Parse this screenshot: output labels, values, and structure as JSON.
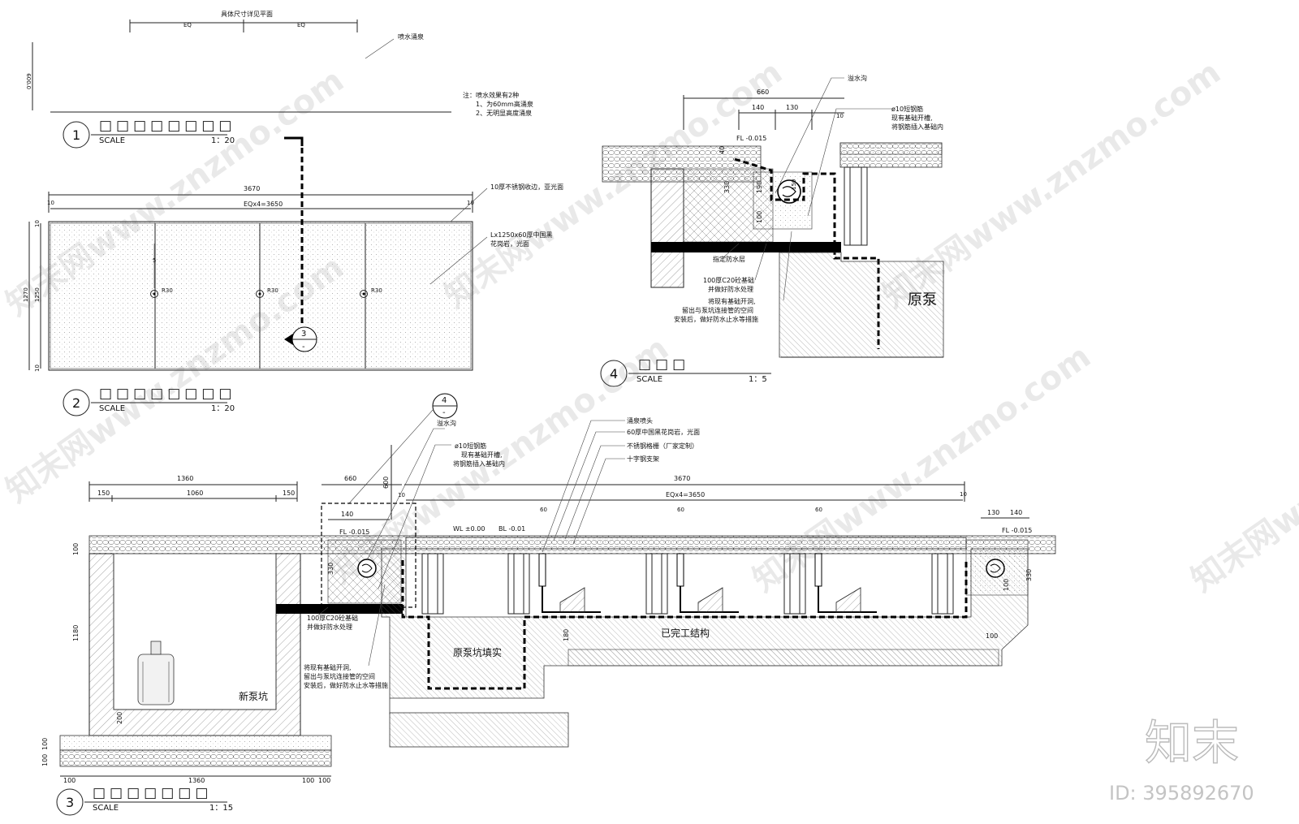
{
  "header_note": "具体尺寸详见平面",
  "eq_label": "EQ",
  "dim_900": "0'009",
  "fountain_label": "喷水涌泉",
  "note": {
    "title": "注：喷水效果有2种",
    "line1": "1、为60mm高涌泉",
    "line2": "2、无明显高度涌泉"
  },
  "details": [
    {
      "num": "1",
      "title": "□□□□□□□□",
      "scale_label": "SCALE",
      "scale": "1：20"
    },
    {
      "num": "2",
      "title": "□□□□□□□□",
      "scale_label": "SCALE",
      "scale": "1：20"
    },
    {
      "num": "3",
      "title": "□□□□□□□",
      "scale_label": "SCALE",
      "scale": "1：15"
    },
    {
      "num": "4",
      "title": "□□□",
      "scale_label": "SCALE",
      "scale": "1：5"
    }
  ],
  "plan": {
    "dim_total": "3670",
    "dim_eq": "EQx4=3650",
    "dim_10": "10",
    "dim_1270": "1270",
    "dim_1250": "1250",
    "dim_5": "5",
    "r30": "R30",
    "label_edge": "10厚不锈钢收边，亚光面",
    "label_stone1": "Lx1250x60厚中国黑",
    "label_stone2": "花岗岩，光面",
    "callout_num": "3",
    "callout_sub": "-"
  },
  "detail4": {
    "dim_660": "660",
    "dim_140": "140",
    "dim_130": "130",
    "dim_10": "10",
    "dim_40": "40",
    "dim_330": "330",
    "dim_190": "190",
    "dim_100": "100",
    "dim_150": "150",
    "fl": "FL -0.015",
    "overflow": "溢水沟",
    "rebar1": "ø10短钢筋",
    "rebar2": "现有基础开槽,",
    "rebar3": "将钢筋插入基础内",
    "waterproof": "指定防水层",
    "base1": "100厚C20砼基础",
    "base2": "并做好防水处理",
    "open1": "将现有基础开洞,",
    "open2": "留出与泵坑连接管的空间",
    "open3": "安装后，做好防水止水等措施",
    "pit": "原泵"
  },
  "section3": {
    "callout_num": "4",
    "callout_sub": "-",
    "overflow": "溢水沟",
    "rebar1": "ø10短钢筋",
    "rebar2": "现有基础开槽,",
    "rebar3": "将钢筋插入基础内",
    "nozzle": "涌泉喷头",
    "stone": "60厚中国黑花岗岩，光面",
    "grate": "不锈钢格栅（厂家定制）",
    "support": "十字钢支架",
    "dim_1360": "1360",
    "dim_150": "150",
    "dim_1060": "1060",
    "dim_660": "660",
    "dim_600": "600",
    "dim_140": "140",
    "dim_10": "10",
    "dim_3670": "3670",
    "dim_eq": "EQx4=3650",
    "dim_60": "60",
    "dim_130": "130",
    "dim_100": "100",
    "dim_330": "330",
    "dim_1180": "1180",
    "dim_200": "200",
    "dim_180": "180",
    "fl": "FL -0.015",
    "wl": "WL ±0.00",
    "bl": "BL -0.01",
    "base1": "100厚C20砼基础",
    "base2": "并做好防水处理",
    "open1": "将现有基础开洞,",
    "open2": "留出与泵坑连接管的空间",
    "open3": "安装后，做好防水止水等措施",
    "new_pit": "新泵坑",
    "old_pit": "原泵坑填实",
    "done": "已完工结构"
  },
  "logo": "知末",
  "id_text": "ID: 395892670",
  "watermark": "知末网www.znzmo.com"
}
